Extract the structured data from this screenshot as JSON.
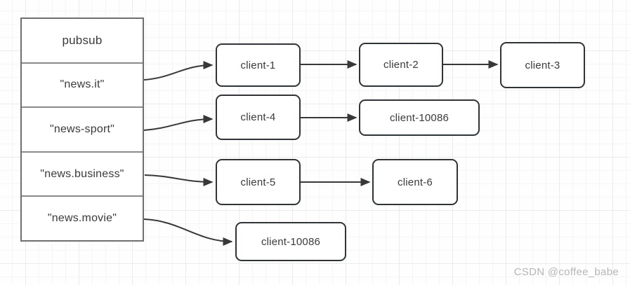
{
  "diagram": {
    "pubsub_table": {
      "header": "pubsub",
      "channels": [
        "\"news.it\"",
        "\"news-sport\"",
        "\"news.business\"",
        "\"news.movie\""
      ]
    },
    "nodes": {
      "client1": "client-1",
      "client2": "client-2",
      "client3": "client-3",
      "client4": "client-4",
      "client10086_row2": "client-10086",
      "client5": "client-5",
      "client6": "client-6",
      "client10086_row4": "client-10086"
    },
    "edges": [
      {
        "from": "\"news.it\"",
        "to": "client-1"
      },
      {
        "from": "client-1",
        "to": "client-2"
      },
      {
        "from": "client-2",
        "to": "client-3"
      },
      {
        "from": "\"news-sport\"",
        "to": "client-4"
      },
      {
        "from": "client-4",
        "to": "client-10086"
      },
      {
        "from": "\"news.business\"",
        "to": "client-5"
      },
      {
        "from": "client-5",
        "to": "client-6"
      },
      {
        "from": "\"news.movie\"",
        "to": "client-10086"
      }
    ],
    "colors": {
      "node_border": "#2f3437",
      "table_border": "#6f6f6f",
      "arrow": "#383838",
      "text": "#3a3a3a",
      "grid_minor": "#f4f5f7",
      "grid_major": "#e9ebed",
      "background": "#fefefe",
      "watermark": "#b5b5b5"
    }
  },
  "watermark": {
    "text": "CSDN @coffee_babe"
  }
}
